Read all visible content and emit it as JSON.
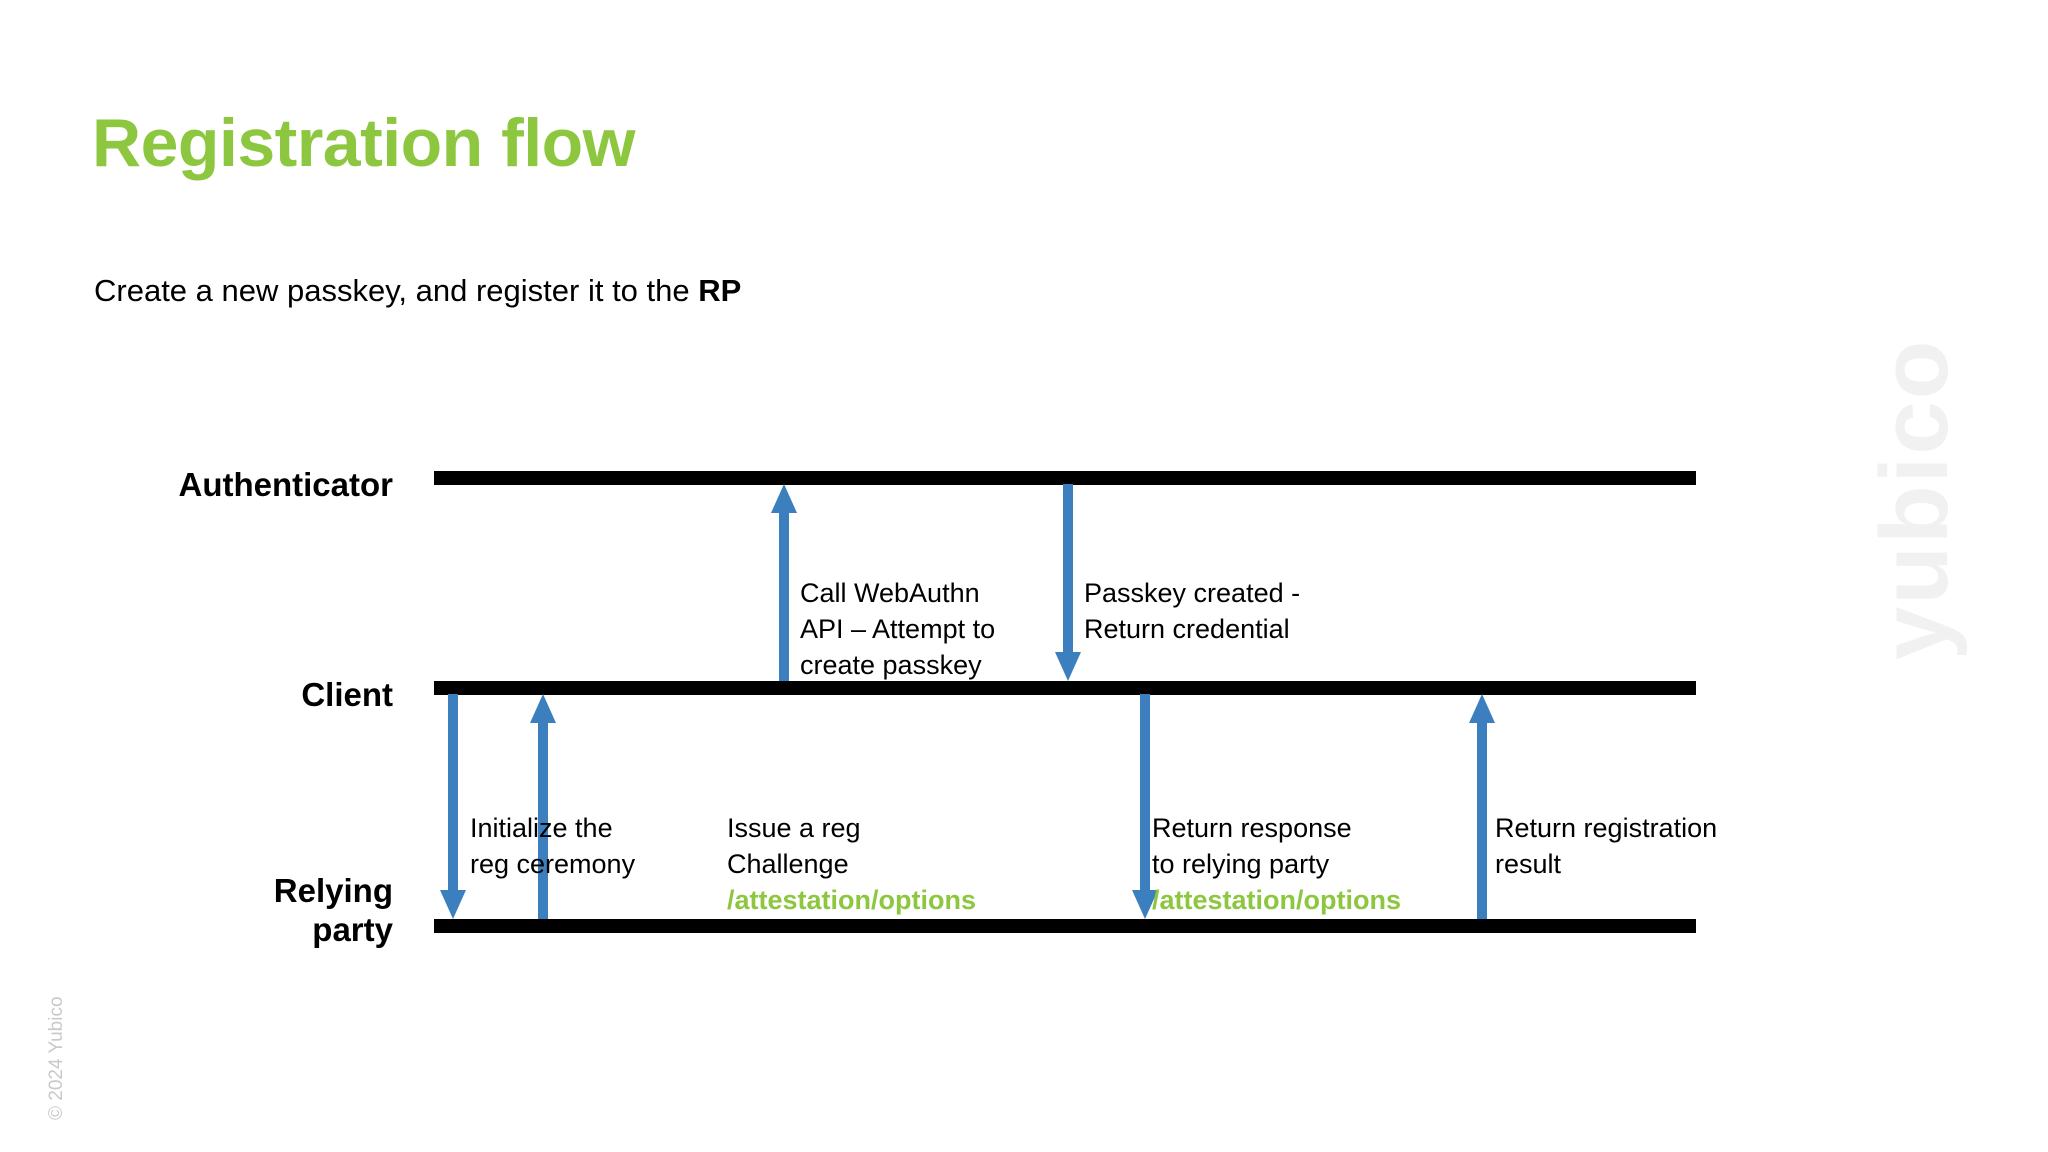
{
  "slide": {
    "title": "Registration flow",
    "subtitle_prefix": "Create a new passkey, and register it to the ",
    "subtitle_strong": "RP"
  },
  "colors": {
    "brand_green": "#8DC63F",
    "arrow_blue": "#3C7FBF",
    "lane_black": "#000000",
    "watermark_gray": "#F1F1F1",
    "copyright_gray": "#C9C9C9"
  },
  "lanes": [
    {
      "id": "authenticator",
      "label": "Authenticator"
    },
    {
      "id": "client",
      "label": "Client"
    },
    {
      "id": "relyingparty",
      "label": "Relying\nparty"
    }
  ],
  "arrows": [
    {
      "id": "call-webauthn",
      "direction": "up",
      "from_lane": "client",
      "to_lane": "authenticator",
      "caption": "Call WebAuthn\nAPI – Attempt to\ncreate passkey",
      "api_path": ""
    },
    {
      "id": "passkey-created",
      "direction": "down",
      "from_lane": "authenticator",
      "to_lane": "client",
      "caption": "Passkey created -\nReturn credential",
      "api_path": ""
    },
    {
      "id": "initialize-ceremony",
      "direction": "down",
      "from_lane": "client",
      "to_lane": "relyingparty",
      "caption": "Initialize the\nreg ceremony",
      "api_path": ""
    },
    {
      "id": "issue-challenge",
      "direction": "up",
      "from_lane": "relyingparty",
      "to_lane": "client",
      "caption": "Issue a reg\nChallenge",
      "api_path": "/attestation/options"
    },
    {
      "id": "return-response",
      "direction": "down",
      "from_lane": "client",
      "to_lane": "relyingparty",
      "caption": "Return response\nto relying party",
      "api_path": "/attestation/options"
    },
    {
      "id": "return-result",
      "direction": "up",
      "from_lane": "relyingparty",
      "to_lane": "client",
      "caption": "Return registration\nresult",
      "api_path": ""
    }
  ],
  "branding": {
    "watermark": "yubico",
    "copyright": "© 2024 Yubico"
  }
}
